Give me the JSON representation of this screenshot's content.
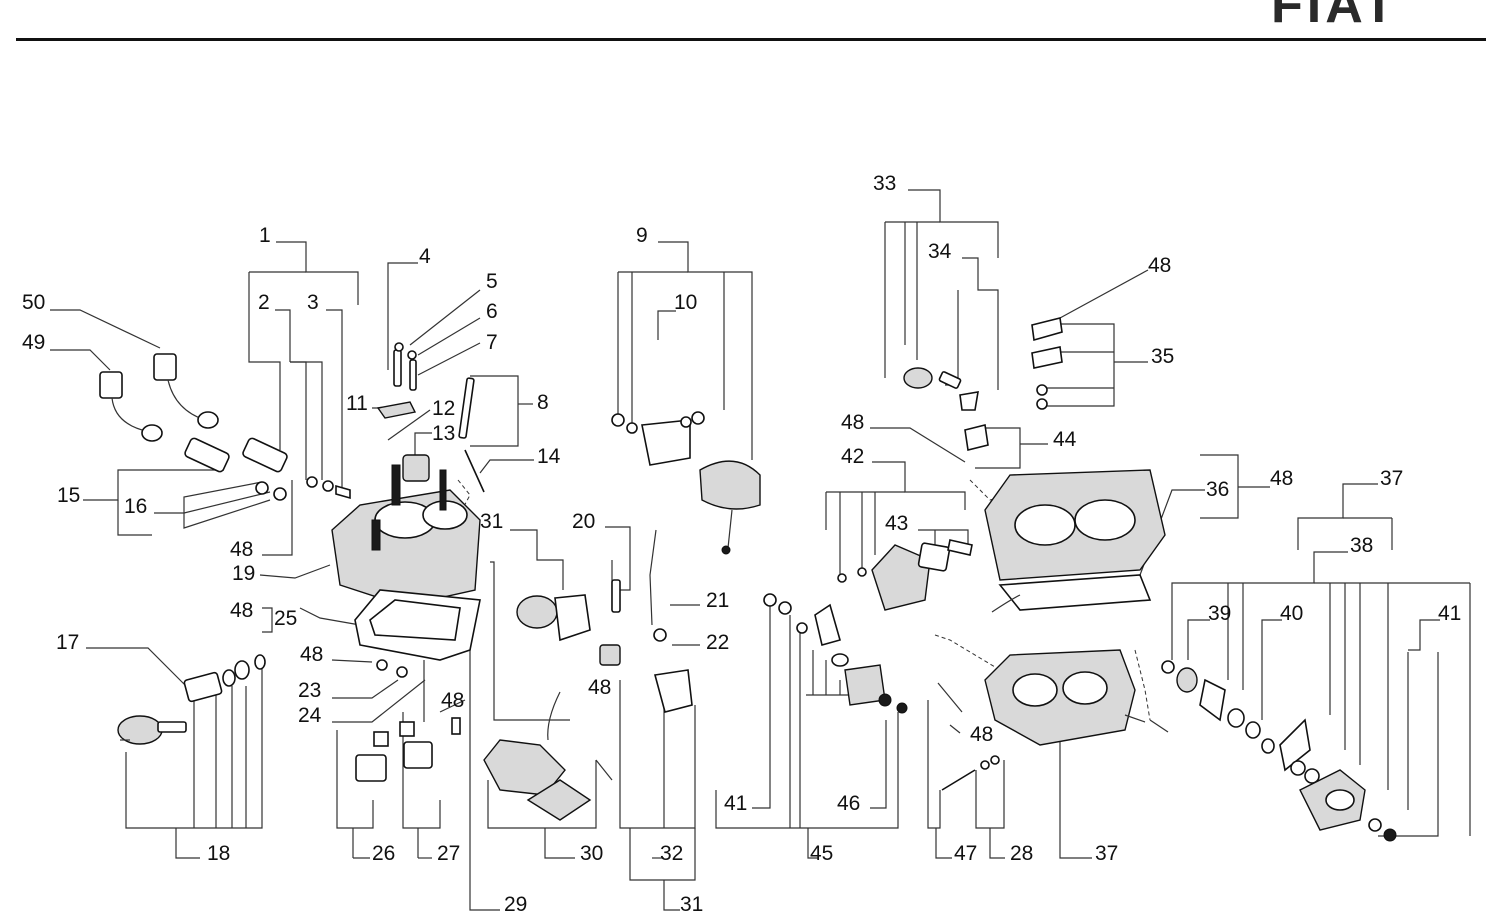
{
  "brand": {
    "logo_text": "FIAT"
  },
  "callouts": [
    "1",
    "2",
    "3",
    "4",
    "5",
    "6",
    "7",
    "8",
    "9",
    "10",
    "11",
    "12",
    "13",
    "14",
    "15",
    "16",
    "17",
    "18",
    "19",
    "20",
    "21",
    "22",
    "23",
    "24",
    "25",
    "26",
    "27",
    "28",
    "29",
    "30",
    "31",
    "32",
    "33",
    "34",
    "35",
    "36",
    "37",
    "38",
    "39",
    "40",
    "41",
    "42",
    "43",
    "44",
    "45",
    "46",
    "47",
    "48",
    "49",
    "50",
    "48",
    "48",
    "48",
    "48",
    "48",
    "48",
    "48",
    "48",
    "48",
    "48",
    "31",
    "41",
    "37",
    "48",
    "48",
    "48"
  ]
}
